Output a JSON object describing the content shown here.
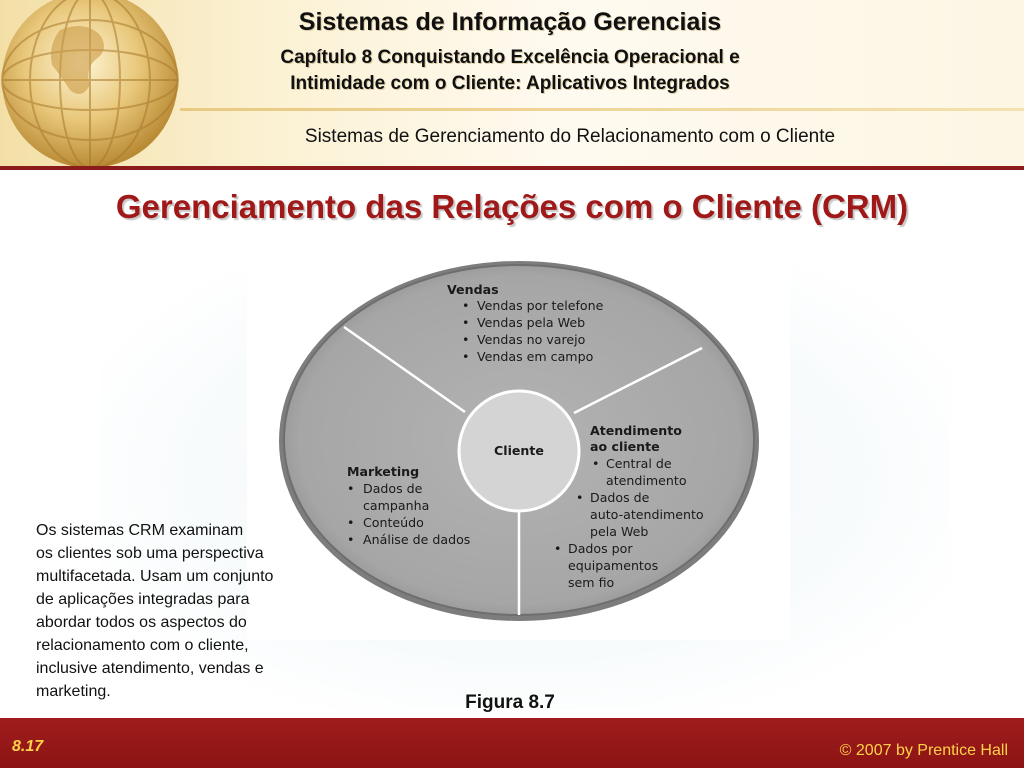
{
  "header": {
    "title": "Sistemas de Informação Gerenciais",
    "subtitle_line1": "Capítulo 8 Conquistando Excelência Operacional e",
    "subtitle_line2": "Intimidade com o Cliente: Aplicativos Integrados",
    "section": "Sistemas de Gerenciamento do Relacionamento com o Cliente"
  },
  "main": {
    "title": "Gerenciamento das Relações com o Cliente (CRM)",
    "caption": "Figura 8.7",
    "body_lines": [
      "Os sistemas CRM examinam",
      "os clientes sob uma perspectiva",
      "multifacetada. Usam um conjunto",
      "de aplicações integradas para",
      "abordar todos os aspectos do",
      "relacionamento com o cliente,",
      "inclusive atendimento, vendas e",
      "marketing."
    ]
  },
  "diagram": {
    "center": "Cliente",
    "vendas": {
      "title": "Vendas",
      "items": [
        "Vendas por telefone",
        "Vendas pela Web",
        "Vendas no varejo",
        "Vendas em campo"
      ]
    },
    "marketing": {
      "title": "Marketing",
      "item1_l1": "Dados de",
      "item1_l2": "campanha",
      "item2": "Conteúdo",
      "item3": "Análise de dados"
    },
    "atendimento": {
      "title_l1": "Atendimento",
      "title_l2": "ao cliente",
      "item1_l1": "Central de",
      "item1_l2": "atendimento",
      "item2_l1": "Dados de",
      "item2_l2": "auto-atendimento",
      "item2_l3": "pela Web",
      "item3_l1": "Dados por",
      "item3_l2": "equipamentos",
      "item3_l3": "sem fio"
    }
  },
  "footer": {
    "slide_number": "8.17",
    "copyright": "© 2007 by Prentice Hall"
  },
  "colors": {
    "accent_red": "#a01818",
    "footer_bg": "#8c1414",
    "footer_text": "#ffd24a",
    "ring_gray": "#a9a9a9",
    "center_gray": "#d4d4d4"
  }
}
